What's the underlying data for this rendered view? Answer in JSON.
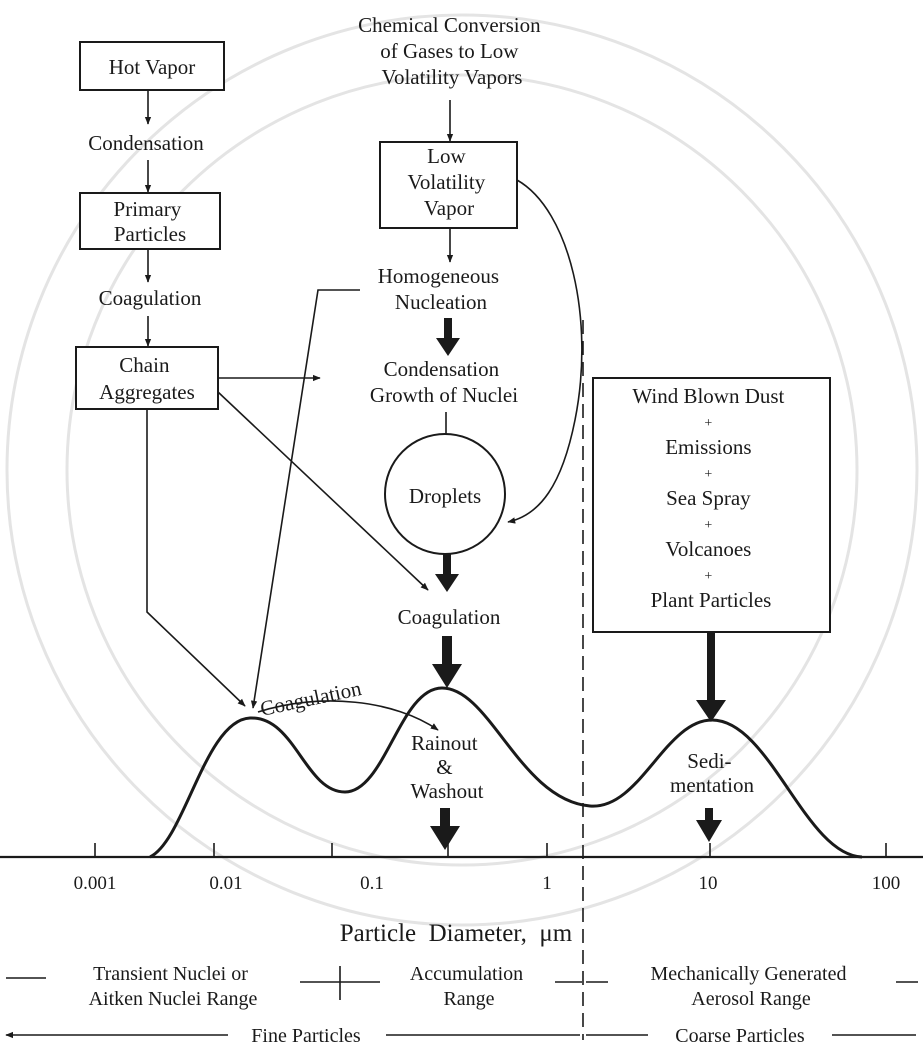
{
  "boxes": {
    "hot_vapor": "Hot Vapor",
    "primary_particles": [
      "Primary",
      "Particles"
    ],
    "chain_aggregates": [
      "Chain",
      "Aggregates"
    ],
    "low_volatility_vapor": [
      "Low",
      "Volatility",
      "Vapor"
    ],
    "coarse_sources": [
      "Wind Blown Dust",
      "+",
      "Emissions",
      "+",
      "Sea Spray",
      "+",
      "Volcanoes",
      "+",
      "Plant Particles"
    ]
  },
  "labels": {
    "chemical_conversion": [
      "Chemical Conversion",
      "of Gases to Low",
      "Volatility Vapors"
    ],
    "condensation_left": "Condensation",
    "coagulation_left": "Coagulation",
    "homogeneous_nucleation": [
      "Homogeneous",
      "Nucleation"
    ],
    "condensation_growth": [
      "Condensation",
      "Growth of Nuclei"
    ],
    "droplets": "Droplets",
    "coagulation_center": "Coagulation",
    "coagulation_curve": "Coagulation",
    "rainout_washout": [
      "Rainout",
      "&",
      "Washout"
    ],
    "sedimentation": [
      "Sedi-",
      "mentation"
    ]
  },
  "axis": {
    "title": "Particle  Diameter,  μm",
    "ticks": [
      "0.001",
      "0.01",
      "0.1",
      "1",
      "10",
      "100"
    ]
  },
  "ranges": {
    "transient": [
      "Transient Nuclei or",
      "Aitken Nuclei Range"
    ],
    "accumulation": [
      "Accumulation",
      "Range"
    ],
    "mechanical": [
      "Mechanically Generated",
      "Aerosol Range"
    ],
    "fine": "Fine Particles",
    "coarse": "Coarse Particles"
  }
}
